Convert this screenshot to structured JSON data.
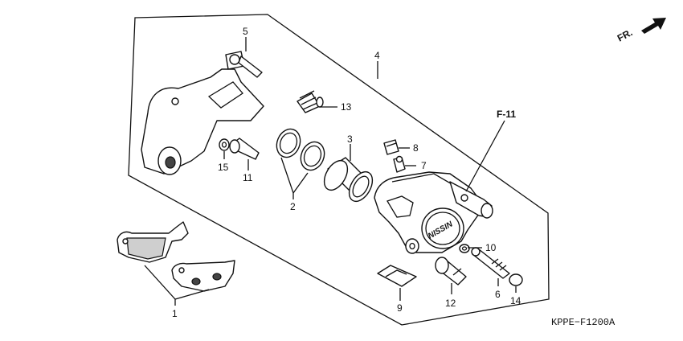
{
  "direction_marker": "FR.",
  "brand_mark": "NISSIN",
  "reference_label": "F-11",
  "diagram_code": "KPPE−F1200A",
  "callouts": {
    "c1": "1",
    "c2": "2",
    "c3": "3",
    "c4": "4",
    "c5": "5",
    "c6": "6",
    "c7": "7",
    "c8": "8",
    "c9": "9",
    "c10": "10",
    "c11": "11",
    "c12": "12",
    "c13": "13",
    "c14": "14",
    "c15": "15"
  }
}
